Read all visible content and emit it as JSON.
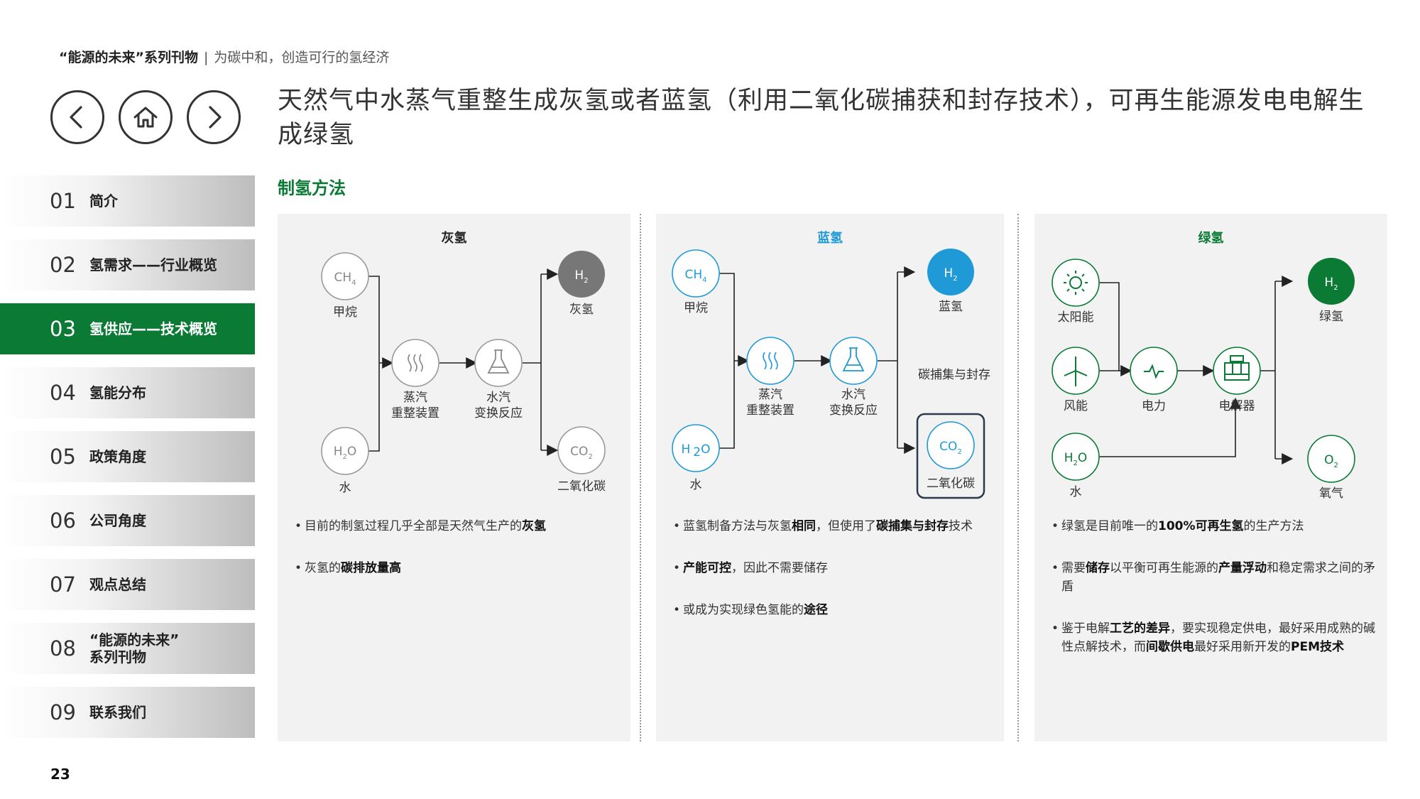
{
  "header": {
    "series_bold": "“能源的未来”系列刊物",
    "separator": "|",
    "series_sub": "为碳中和，创造可行的氢经济"
  },
  "nav": {
    "prev_icon": "chevron-left-icon",
    "home_icon": "home-icon",
    "next_icon": "chevron-right-icon"
  },
  "headline": "天然气中水蒸气重整生成灰氢或者蓝氢（利用二氧化碳捕获和封存技术），可再生能源发电电解生成绿氢",
  "sidebar": {
    "items": [
      {
        "num": "01",
        "label": "简介"
      },
      {
        "num": "02",
        "label": "氢需求——行业概览"
      },
      {
        "num": "03",
        "label": "氢供应——技术概览"
      },
      {
        "num": "04",
        "label": "氢能分布"
      },
      {
        "num": "05",
        "label": "政策角度"
      },
      {
        "num": "06",
        "label": "公司角度"
      },
      {
        "num": "07",
        "label": "观点总结"
      },
      {
        "num": "08",
        "label": "“能源的未来”\n系列刊物"
      },
      {
        "num": "09",
        "label": "联系我们"
      }
    ],
    "active_index": 2
  },
  "section_title": "制氢方法",
  "colors": {
    "green": "#0a7a35",
    "blue": "#1f9ad6",
    "grey_node": "#777777",
    "navy": "#2b3a4f"
  },
  "panels": {
    "grey": {
      "title": "灰氢",
      "nodes": {
        "ch4": "甲烷",
        "h2o": "水",
        "reformer": "蒸汽\n重整装置",
        "shift": "水汽\n变换反应",
        "h2": "灰氢",
        "co2": "二氧化碳"
      },
      "bullets": [
        {
          "pre": "目前的制氢过程几乎全部是天然气生产的",
          "bold": "灰氢",
          "post": ""
        },
        {
          "pre": "灰氢的",
          "bold": "碳排放量高",
          "post": ""
        }
      ]
    },
    "blue": {
      "title": "蓝氢",
      "nodes": {
        "ch4": "甲烷",
        "h2o": "水",
        "reformer": "蒸汽\n重整装置",
        "shift": "水汽\n变换反应",
        "h2": "蓝氢",
        "co2": "二氧化碳",
        "ccs": "碳捕集与封存"
      },
      "bullets": [
        {
          "pre": "蓝氢制备方法与灰氢",
          "bold": "相同",
          "post": "，但使用了",
          "bold2": "碳捕集与封存",
          "post2": "技术"
        },
        {
          "pre": "",
          "bold": "产能可控",
          "post": "，因此不需要储存"
        },
        {
          "pre": "或成为实现绿色氢能的",
          "bold": "途径",
          "post": ""
        }
      ]
    },
    "green": {
      "title": "绿氢",
      "nodes": {
        "solar": "太阳能",
        "wind": "风能",
        "water": "水",
        "power": "电力",
        "electrolyser": "电解器",
        "h2": "绿氢",
        "o2": "氧气"
      },
      "bullets": [
        {
          "pre": "绿氢是目前唯一的",
          "bold": "100%可再生氢",
          "post": "的生产方法"
        },
        {
          "pre": "需要",
          "bold": "储存",
          "post": "以平衡可再生能源的",
          "bold2": "产量浮动",
          "post2": "和稳定需求之间的矛盾"
        },
        {
          "pre": "鉴于电解",
          "bold": "工艺的差异",
          "post": "，要实现稳定供电，最好采用成熟的碱性点解技术，而",
          "bold2": "间歇供电",
          "post2": "最好采用新开发的",
          "bold3": "PEM技术"
        }
      ]
    }
  },
  "page_number": "23"
}
